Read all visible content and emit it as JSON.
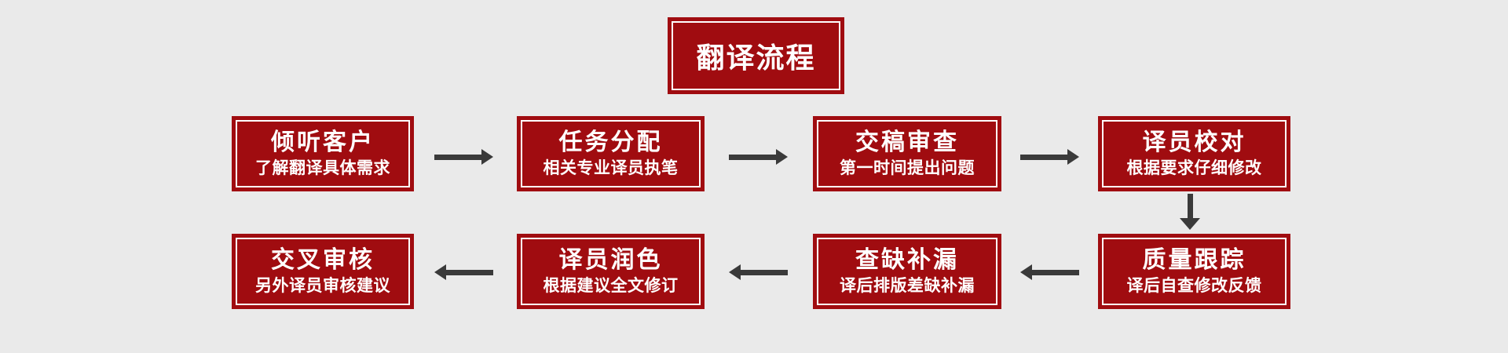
{
  "header": {
    "title": "翻译流程"
  },
  "steps": {
    "row1": [
      {
        "title": "倾听客户",
        "subtitle": "了解翻译具体需求"
      },
      {
        "title": "任务分配",
        "subtitle": "相关专业译员执笔"
      },
      {
        "title": "交稿审查",
        "subtitle": "第一时间提出问题"
      },
      {
        "title": "译员校对",
        "subtitle": "根据要求仔细修改"
      }
    ],
    "row2": [
      {
        "title": "交叉审核",
        "subtitle": "另外译员审核建议"
      },
      {
        "title": "译员润色",
        "subtitle": "根据建议全文修订"
      },
      {
        "title": "查缺补漏",
        "subtitle": "译后排版差缺补漏"
      },
      {
        "title": "质量跟踪",
        "subtitle": "译后自查修改反馈"
      }
    ]
  },
  "flow": {
    "row1_direction": "left-to-right",
    "row2_direction": "right-to-left",
    "connector_row1_to_row2": "down"
  },
  "colors": {
    "box_red": "#A00C10",
    "inner_border": "#FFFFFF",
    "background": "#EAEAEA",
    "arrow": "#3A3A3A",
    "text": "#FFFFFF"
  }
}
